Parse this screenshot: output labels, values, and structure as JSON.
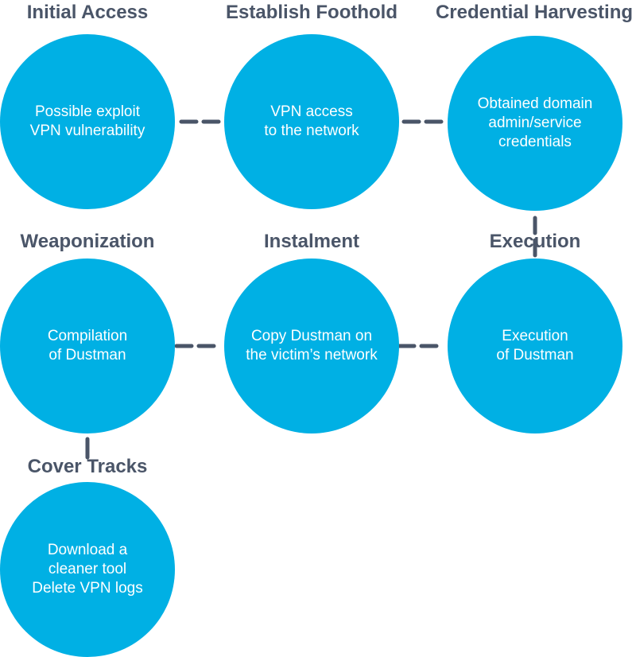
{
  "colors": {
    "circle_fill": "#00b0e4",
    "circle_text": "#ffffff",
    "title_text": "#4a5568",
    "connector": "#4a5568"
  },
  "stages": [
    {
      "id": "initial-access",
      "title": "Initial Access",
      "text": "Possible exploit\nVPN vulnerability"
    },
    {
      "id": "establish-foothold",
      "title": "Establish Foothold",
      "text": "VPN access\nto the network"
    },
    {
      "id": "credential-harvesting",
      "title": "Credential Harvesting",
      "text": "Obtained domain\nadmin/service\ncredentials"
    },
    {
      "id": "weaponization",
      "title": "Weaponization",
      "text": "Compilation\nof Dustman"
    },
    {
      "id": "instalment",
      "title": "Instalment",
      "text": "Copy Dustman on\nthe victim’s network"
    },
    {
      "id": "execution",
      "title": "Execution",
      "text": "Execution\nof Dustman"
    },
    {
      "id": "cover-tracks",
      "title": "Cover Tracks",
      "text": "Download a\ncleaner tool\nDelete VPN logs"
    }
  ]
}
